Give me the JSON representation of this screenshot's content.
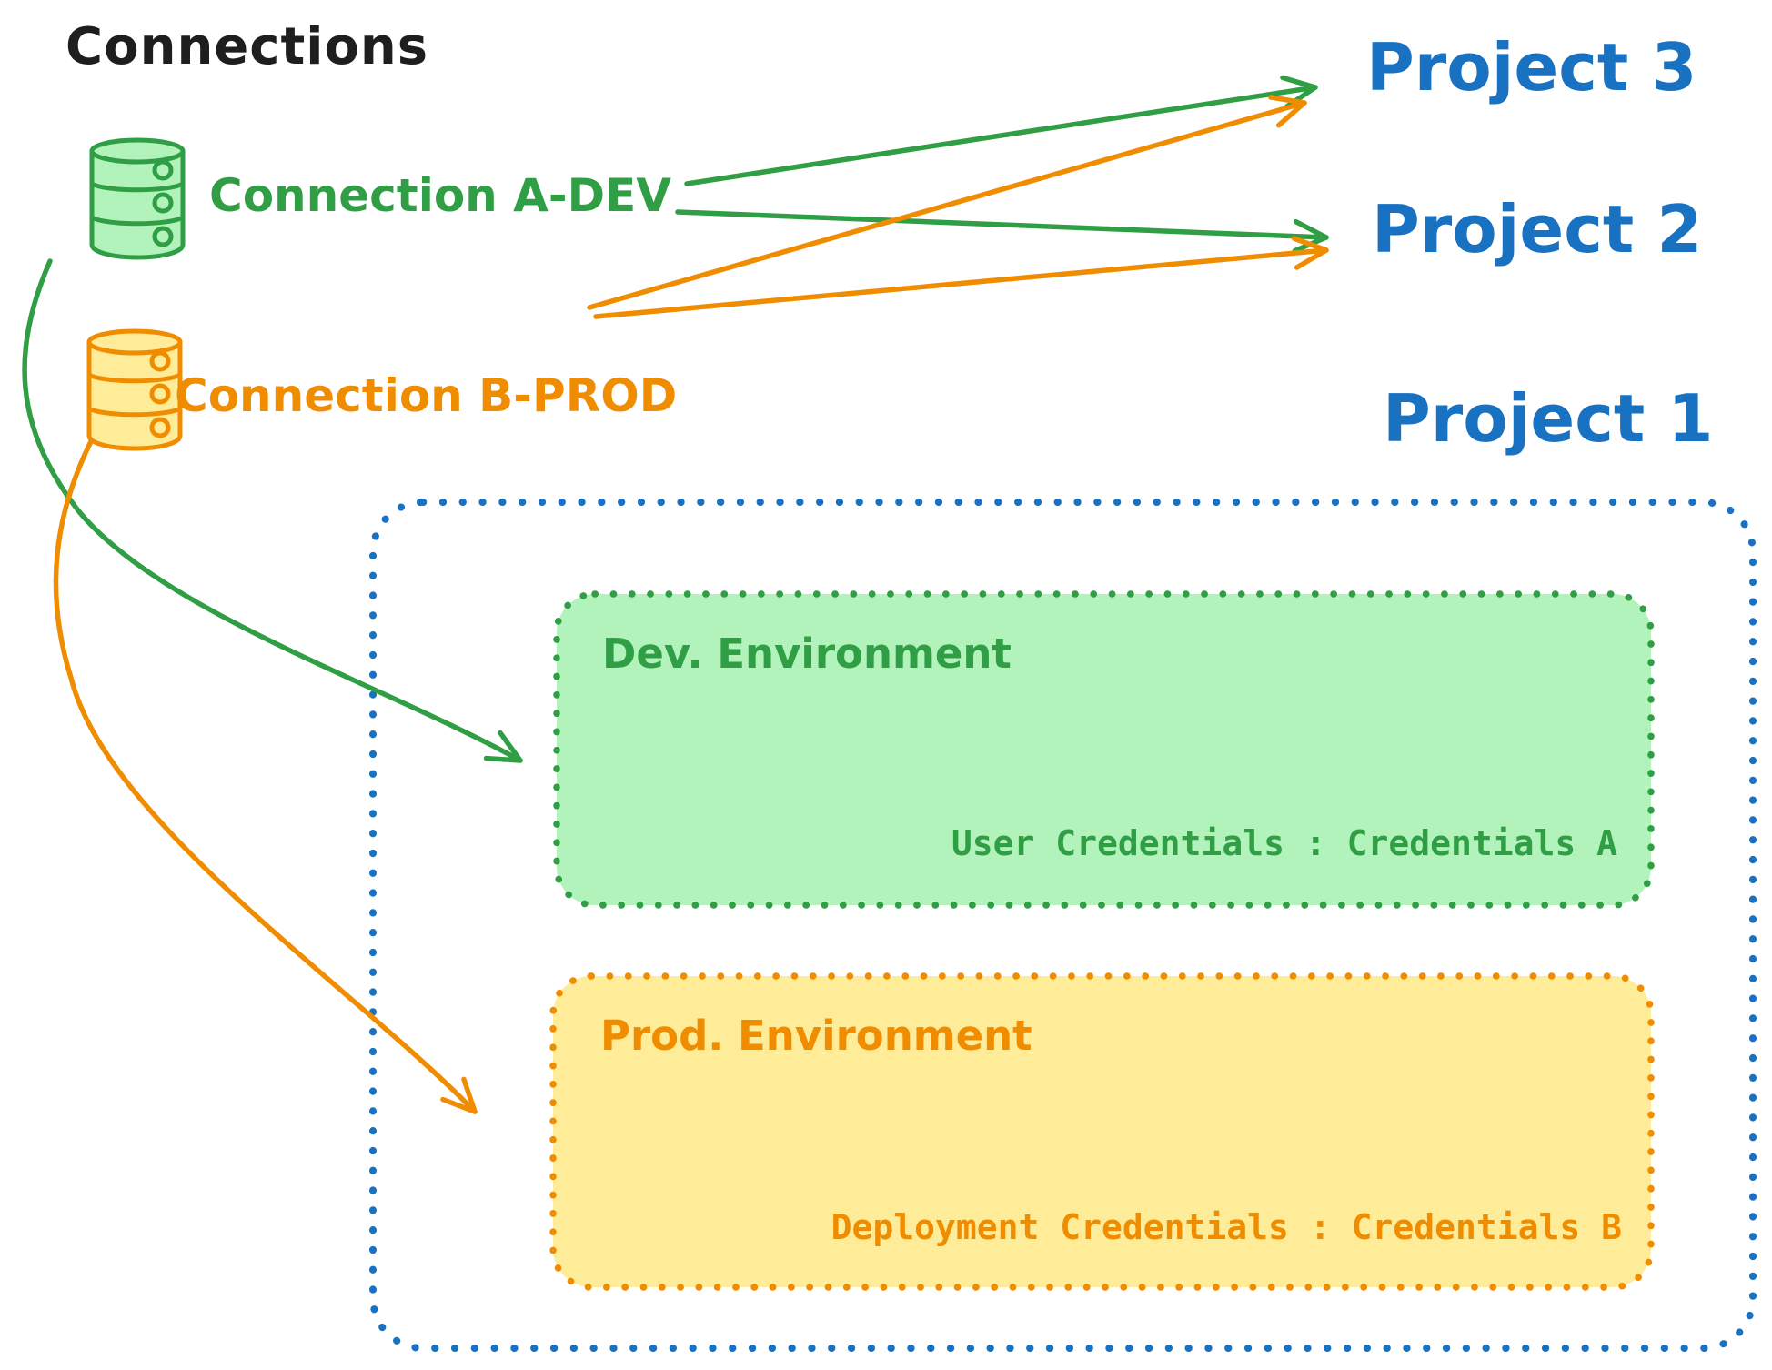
{
  "title": {
    "text": "Connections"
  },
  "connections": [
    {
      "label": "Connection A-DEV",
      "color": "#2f9e44"
    },
    {
      "label": "Connection B-PROD",
      "color": "#f08c00"
    }
  ],
  "projects": [
    {
      "label": "Project 3"
    },
    {
      "label": "Project 2"
    },
    {
      "label": "Project 1"
    }
  ],
  "project1": {
    "environments": [
      {
        "title": "Dev. Environment",
        "credentials": "User Credentials : Credentials A"
      },
      {
        "title": "Prod. Environment",
        "credentials": "Deployment Credentials : Credentials B"
      }
    ]
  },
  "icons": [
    {
      "name": "database-icon-dev"
    },
    {
      "name": "database-icon-prod"
    }
  ],
  "colors": {
    "green": "#2f9e44",
    "green_fill": "#b2f2bb",
    "orange": "#f08c00",
    "orange_fill": "#ffec99",
    "blue": "#1971c2",
    "ink": "#1e1e1e",
    "bg": "#ffffff"
  }
}
